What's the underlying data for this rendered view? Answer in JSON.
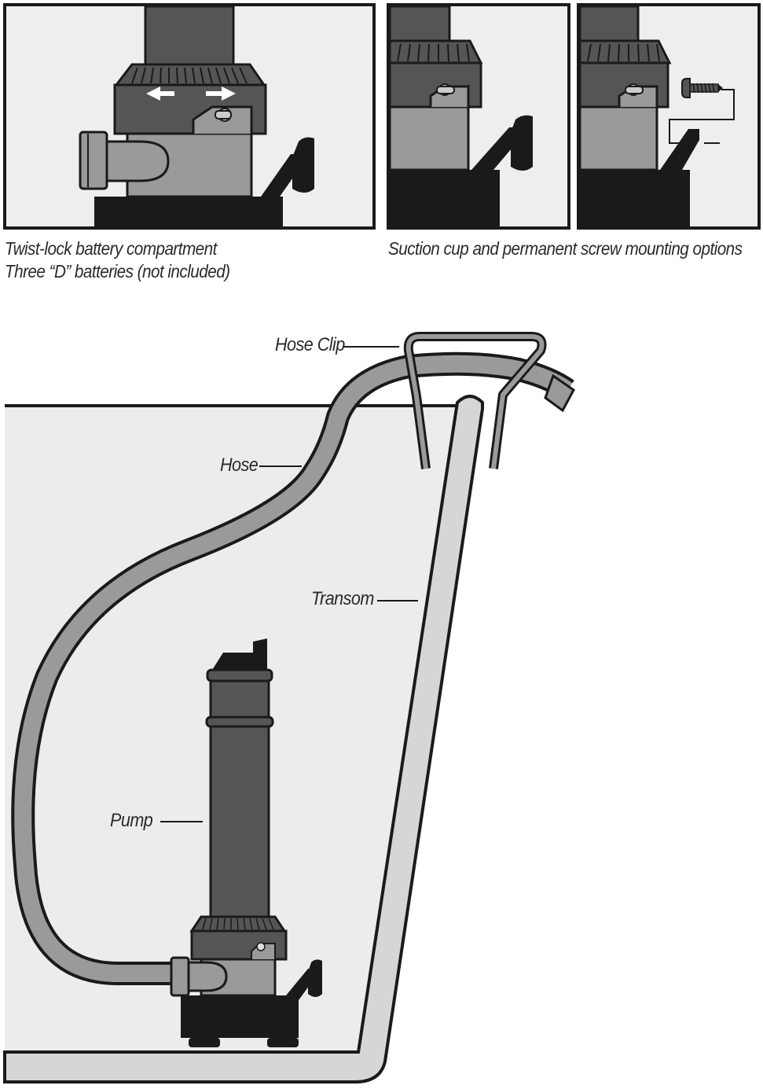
{
  "captions": {
    "twist_lock_line1": "Twist-lock battery compartment",
    "twist_lock_line2": "Three “D” batteries (not included)",
    "mounting": "Suction cup and permanent screw mounting options"
  },
  "callouts": {
    "hose_clip": "Hose Clip",
    "hose": "Hose",
    "transom": "Transom",
    "pump": "Pump"
  },
  "colors": {
    "outline": "#1a1a1a",
    "pump_dark": "#555555",
    "pump_body": "#7a7a7a",
    "hose": "#9a9a9a",
    "hull_fill": "#ececec",
    "transom_fill": "#d6d6d6",
    "panel_bg": "#eeeeee"
  }
}
